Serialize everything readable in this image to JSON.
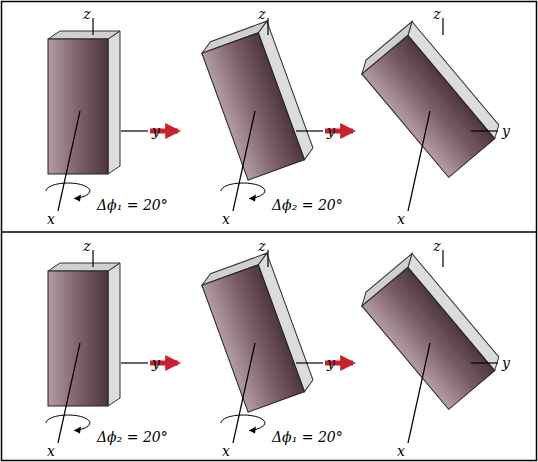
{
  "diagram": {
    "labels": [
      "z",
      "y",
      "x",
      "Δϕ₁ = 20°",
      "z",
      "y",
      "x",
      "Δϕ₂ = 20°",
      "z",
      "y",
      "x",
      "z",
      "y",
      "x",
      "Δϕ₂ = 20°",
      "z",
      "y",
      "x",
      "Δϕ₁ = 20°",
      "z",
      "y",
      "x"
    ]
  }
}
